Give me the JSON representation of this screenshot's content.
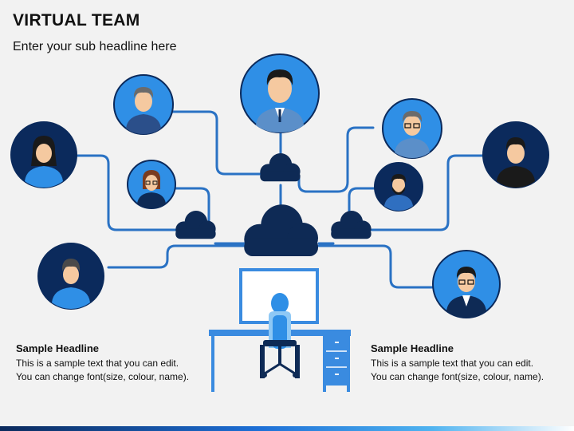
{
  "title": "VIRTUAL TEAM",
  "subtitle": "Enter your sub headline here",
  "left_block": {
    "headline": "Sample Headline",
    "line1": "This is a sample text that you can edit.",
    "line2": "You can change font(size, colour, name)."
  },
  "right_block": {
    "headline": "Sample Headline",
    "line1": "This is a sample text that you can edit.",
    "line2": "You can change font(size, colour, name)."
  },
  "colors": {
    "line_blue": "#2a72c4",
    "cloud_navy": "#0e2a55",
    "circle_light": "#2f8fe6",
    "circle_dark": "#0b2a5c",
    "desk_blue": "#3a8be0"
  },
  "icons": [
    "person-avatar-icon",
    "cloud-icon",
    "monitor-icon",
    "desk-icon",
    "office-chair-icon"
  ]
}
